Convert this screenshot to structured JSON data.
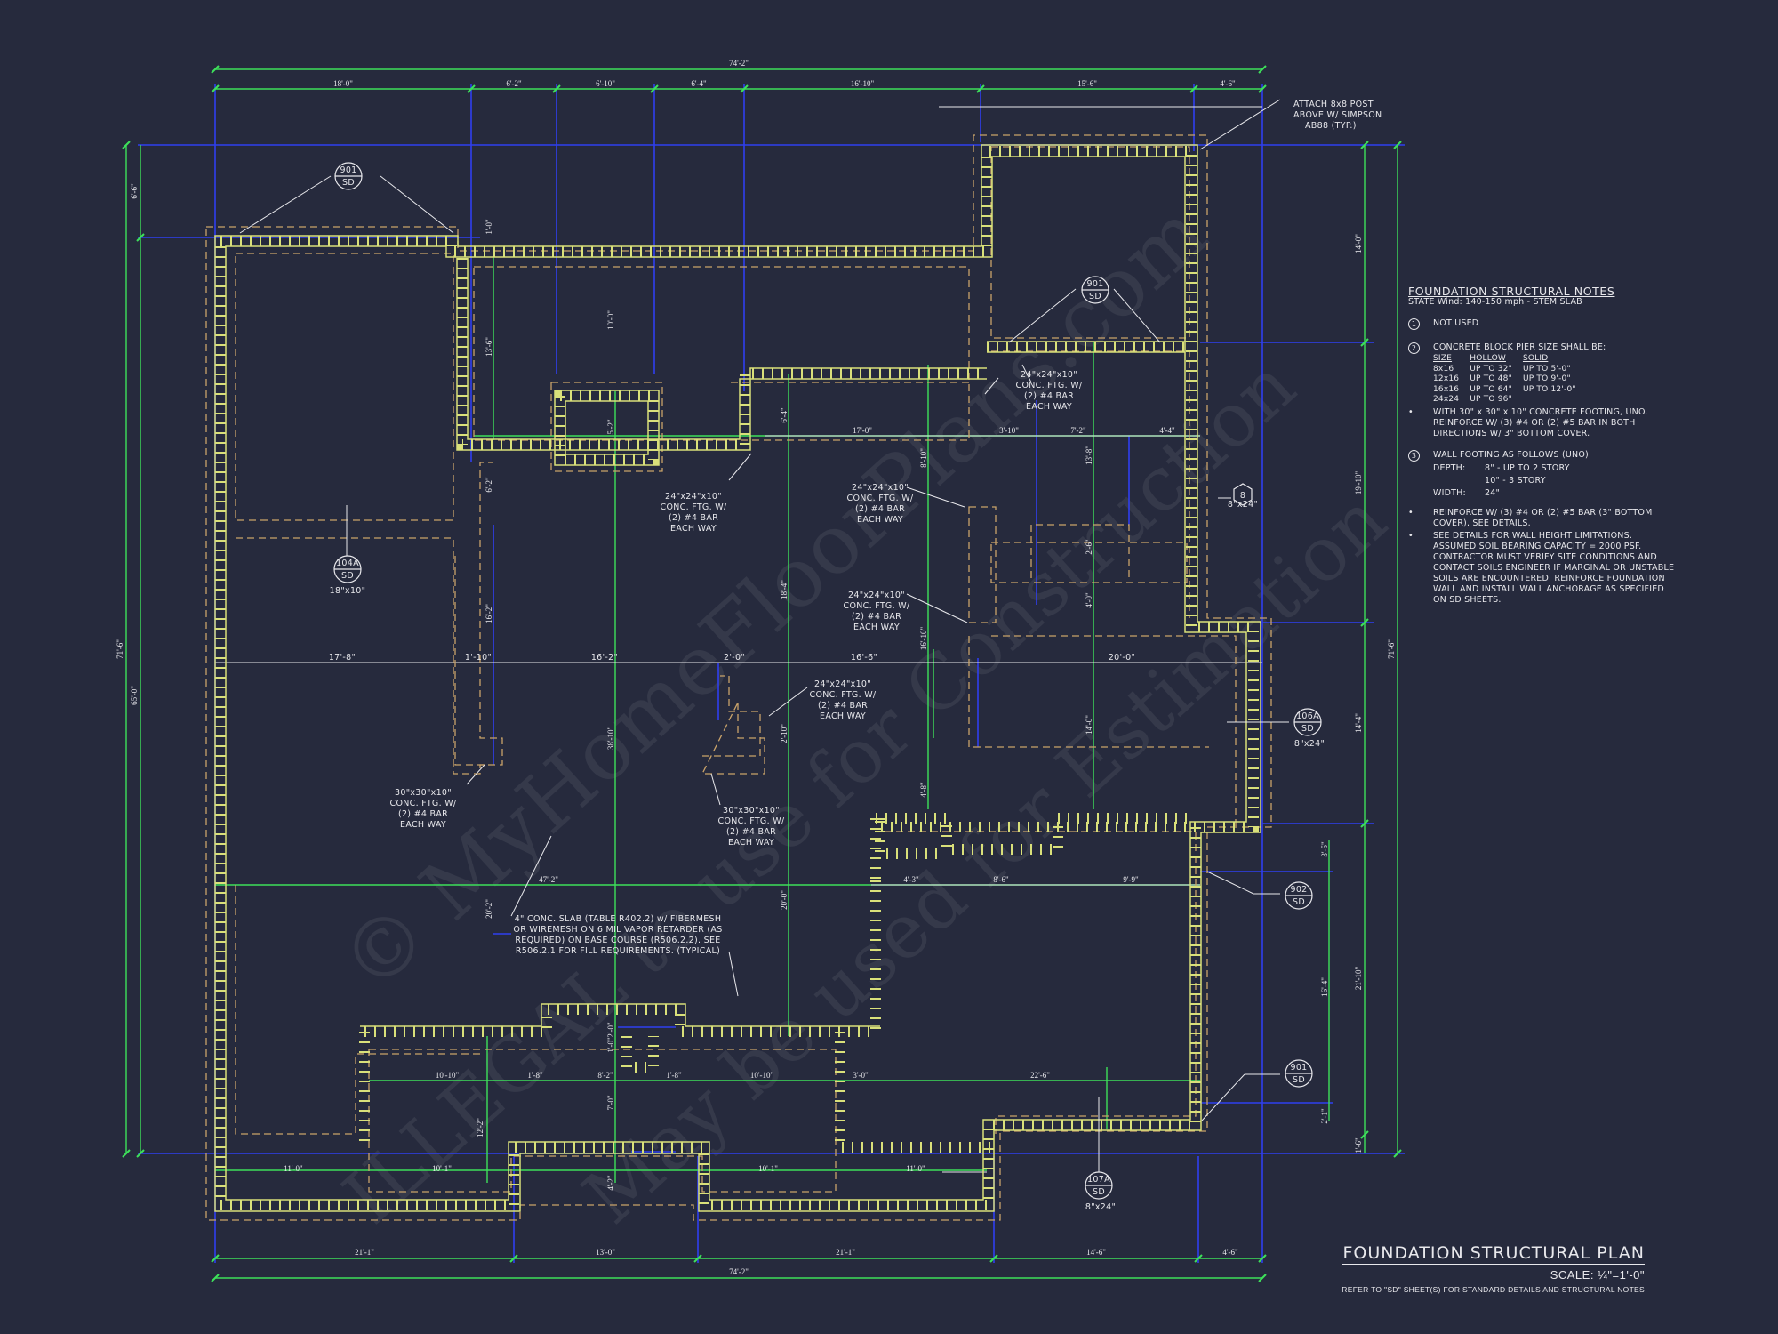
{
  "title_block": {
    "title": "FOUNDATION STRUCTURAL PLAN",
    "scale": "SCALE: ¼\"=1'-0\"",
    "note": "REFER TO \"SD\" SHEET(S) FOR STANDARD DETAILS AND STRUCTURAL NOTES"
  },
  "notes": {
    "title": "FOUNDATION STRUCTURAL NOTES",
    "subtitle": "STATE Wind: 140-150 mph - STEM SLAB",
    "n1_mark": "1",
    "n1": "NOT USED",
    "n2_mark": "2",
    "n2": "CONCRETE BLOCK PIER SIZE SHALL BE:",
    "pier_header": [
      "SIZE",
      "HOLLOW",
      "SOLID"
    ],
    "pier_rows": [
      [
        "8x16",
        "UP TO 32\"",
        "UP TO 5'-0\""
      ],
      [
        "12x16",
        "UP TO 48\"",
        "UP TO 9'-0\""
      ],
      [
        "16x16",
        "UP TO 64\"",
        "UP TO 12'-0\""
      ],
      [
        "24x24",
        "UP TO 96\"",
        ""
      ]
    ],
    "n2b": "WITH 30\" x 30\" x 10\" CONCRETE FOOTING, UNO. REINFORCE W/ (3) #4 OR (2) #5 BAR IN BOTH DIRECTIONS W/ 3\" BOTTOM COVER.",
    "n3_mark": "3",
    "n3": "WALL FOOTING AS FOLLOWS (UNO)",
    "depth_label": "DEPTH:",
    "depth1": "8\" - UP TO 2 STORY",
    "depth2": "10\" - 3 STORY",
    "width_label": "WIDTH:",
    "width": "24\"",
    "b1": "REINFORCE W/ (3) #4 OR (2) #5 BAR (3\" BOTTOM COVER). SEE DETAILS.",
    "b2": "SEE DETAILS FOR WALL HEIGHT LIMITATIONS. ASSUMED SOIL BEARING CAPACITY = 2000 PSF. CONTRACTOR MUST VERIFY SITE CONDITIONS AND CONTACT SOILS ENGINEER IF MARGINAL OR UNSTABLE SOILS ARE ENCOUNTERED. REINFORCE FOUNDATION WALL AND INSTALL WALL ANCHORAGE AS SPECIFIED ON SD SHEETS."
  },
  "dimensions": {
    "overall_top": "74'-2\"",
    "overall_bottom": "74'-2\"",
    "top_string": [
      "18'-0\"",
      "6'-2\"",
      "6'-10\"",
      "6'-4\"",
      "16'-10\"",
      "15'-6\"",
      "4'-6\""
    ],
    "bottom_string": [
      "21'-1\"",
      "13'-0\"",
      "21'-1\"",
      "14'-6\"",
      "4'-6\""
    ],
    "left_overall": "71'-6\"",
    "left_inner": "65'-0\"",
    "left_top": "6'-6\"",
    "right_overall": "71'-6\"",
    "right_string": [
      "14'-0\"",
      "19'-10\"",
      "14'-4\"",
      "21'-10\"",
      "1'-6\""
    ],
    "row_mid": [
      "17'-8\"",
      "1'-10\"",
      "16'-2\"",
      "2'-0\"",
      "16'-6\"",
      "20'-0\""
    ],
    "row_upper": [
      "17'-0\"",
      "3'-10\"",
      "7'-2\"",
      "4'-4\""
    ],
    "row_lower": [
      "47'-2\"",
      "4'-3\"",
      "8'-6\"",
      "9'-9\""
    ],
    "row_bottom": [
      "10'-10\"",
      "1'-8\"",
      "8'-2\"",
      "1'-8\"",
      "10'-10\"",
      "3'-0\"",
      "22'-6\""
    ],
    "row_base": [
      "11'-0\"",
      "10'-1\"",
      "10'-1\"",
      "11'-0\""
    ],
    "vertical": [
      "10'-0\"",
      "13'-6\"",
      "1'-0\"",
      "5'-2\"",
      "6'-4\"",
      "6'-2\"",
      "18'-4\"",
      "16'-2\"",
      "38'-10\"",
      "2'-10\"",
      "20'-2\"",
      "20'-0\"",
      "8'-10\"",
      "16'-10\"",
      "4'-8\"",
      "13'-8\"",
      "2'-6\"",
      "4'-0\"",
      "14'-0\"",
      "12'-2\"",
      "7'-0\"",
      "4'-2\"",
      "3'-5\"",
      "16'-4\"",
      "2'-1\"",
      "1'-0\"",
      "2'-0\""
    ]
  },
  "annotations": {
    "post": [
      "ATTACH 8x8 POST",
      "ABOVE W/ SIMPSON",
      "AB88 (TYP.)"
    ],
    "ftg24": [
      "24\"x24\"x10\"",
      "CONC. FTG. W/",
      "(2) #4 BAR",
      "EACH WAY"
    ],
    "ftg30": [
      "30\"x30\"x10\"",
      "CONC. FTG. W/",
      "(2) #4 BAR",
      "EACH WAY"
    ],
    "slab": [
      "4\" CONC. SLAB (TABLE R402.2) w/ FIBERMESH",
      "OR WIREMESH ON 6 MIL VAPOR RETARDER (AS",
      "REQUIRED) ON BASE COURSE (R506.2.2). SEE",
      "R506.2.1 FOR FILL REQUIREMENTS. (TYPICAL)"
    ],
    "tag_8x24": "8\"x24\"",
    "tag_18x10": "18\"x10\"",
    "hex_mark": "8"
  },
  "callouts": [
    {
      "top": "901",
      "bot": "SD"
    },
    {
      "top": "901",
      "bot": "SD"
    },
    {
      "top": "104A",
      "bot": "SD"
    },
    {
      "top": "106A",
      "bot": "SD"
    },
    {
      "top": "902",
      "bot": "SD"
    },
    {
      "top": "901",
      "bot": "SD"
    },
    {
      "top": "107A",
      "bot": "SD"
    }
  ],
  "watermark": [
    "© MyHomeFloorPlans.com",
    "ILLEGAL to use for Construction",
    "May be used for Estimation"
  ],
  "colors": {
    "background": "#262a3d",
    "wall": "#d9e07a",
    "dim_line": "#3de05a",
    "grid_line": "#2f3ff0",
    "footing_dash": "#c9a36a",
    "text": "#e8e8ec"
  }
}
